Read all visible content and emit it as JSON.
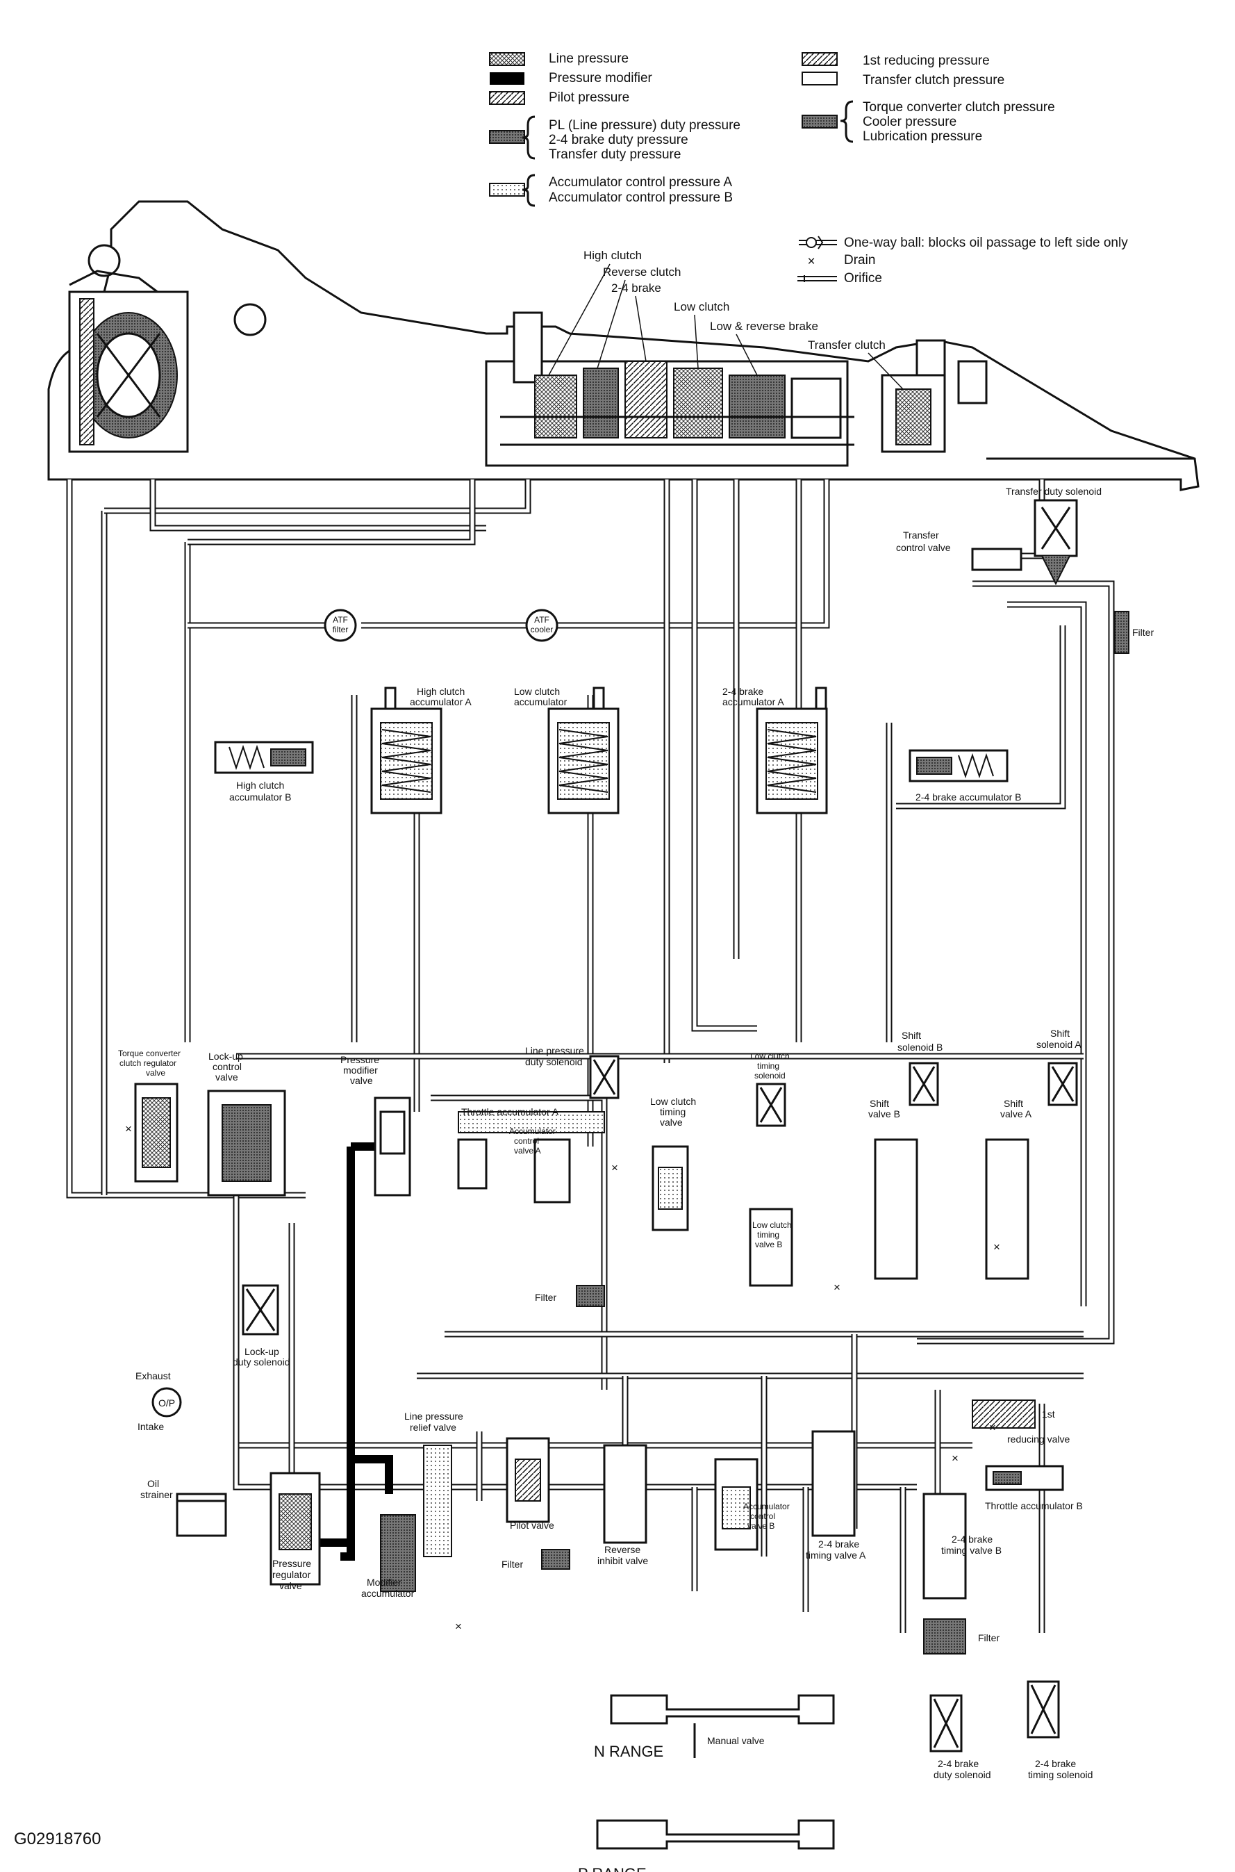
{
  "legend": {
    "left": [
      {
        "label": "Line pressure",
        "pattern": "crosshatch"
      },
      {
        "label": "Pressure modifier",
        "pattern": "solid-black"
      },
      {
        "label": "Pilot pressure",
        "pattern": "hatch"
      },
      {
        "label": "PL (Line pressure) duty pressure",
        "pattern": "dots-heavy"
      },
      {
        "label": "2-4 brake duty pressure",
        "pattern": "dots-heavy"
      },
      {
        "label": "Transfer duty pressure",
        "pattern": "dots-heavy"
      },
      {
        "label": "Accumulator control pressure A",
        "pattern": "dots"
      },
      {
        "label": "Accumulator control pressure B",
        "pattern": "dots"
      }
    ],
    "right": [
      {
        "label": "1st reducing pressure",
        "pattern": "hatch-diag"
      },
      {
        "label": "Transfer clutch pressure",
        "pattern": "light"
      },
      {
        "label": "Torque converter clutch pressure",
        "pattern": "dense"
      },
      {
        "label": "Cooler pressure",
        "pattern": "dense"
      },
      {
        "label": "Lubrication pressure",
        "pattern": "dense"
      }
    ],
    "symbols": [
      {
        "label": "One-way ball: blocks oil passage to left side only",
        "icon": "one-way-ball-icon"
      },
      {
        "label": "Drain",
        "icon": "drain-x-icon"
      },
      {
        "label": "Orifice",
        "icon": "orifice-icon"
      }
    ]
  },
  "clutches": {
    "high_clutch": "High clutch",
    "reverse_clutch": "Reverse clutch",
    "brake_24": "2-4 brake",
    "low_clutch": "Low clutch",
    "low_reverse_brake": "Low & reverse brake",
    "transfer_clutch": "Transfer clutch"
  },
  "components": {
    "transfer_duty_solenoid": "Transfer duty solenoid",
    "transfer_control_valve_1": "Transfer",
    "transfer_control_valve_2": "control valve",
    "filter_right": "Filter",
    "atf_filter_1": "ATF",
    "atf_filter_2": "filter",
    "atf_cooler_1": "ATF",
    "atf_cooler_2": "cooler",
    "high_clutch_acc_a_1": "High clutch",
    "high_clutch_acc_a_2": "accumulator A",
    "low_clutch_acc_1": "Low clutch",
    "low_clutch_acc_2": "accumulator",
    "brake24_acc_a_1": "2-4 brake",
    "brake24_acc_a_2": "accumulator A",
    "high_clutch_acc_b_1": "High clutch",
    "high_clutch_acc_b_2": "accumulator B",
    "brake24_acc_b": "2-4 brake accumulator B",
    "tcc_reg_valve_1": "Torque converter",
    "tcc_reg_valve_2": "clutch regulator",
    "tcc_reg_valve_3": "valve",
    "lockup_control_valve_1": "Lock-up",
    "lockup_control_valve_2": "control",
    "lockup_control_valve_3": "valve",
    "pressure_modifier_valve_1": "Pressure",
    "pressure_modifier_valve_2": "modifier",
    "pressure_modifier_valve_3": "valve",
    "line_pressure_duty_solenoid_1": "Line pressure",
    "line_pressure_duty_solenoid_2": "duty solenoid",
    "throttle_accumulator_a": "Throttle accumulator A",
    "accumulator_control_valve_a_1": "Accumulator",
    "accumulator_control_valve_a_2": "control",
    "accumulator_control_valve_a_3": "valve A",
    "low_clutch_timing_valve_1": "Low clutch",
    "low_clutch_timing_valve_2": "timing",
    "low_clutch_timing_valve_3": "valve",
    "low_clutch_timing_solenoid_1": "Low clutch",
    "low_clutch_timing_solenoid_2": "timing",
    "low_clutch_timing_solenoid_3": "solenoid",
    "low_clutch_timing_valve_b_1": "Low clutch",
    "low_clutch_timing_valve_b_2": "timing",
    "low_clutch_timing_valve_b_3": "valve B",
    "shift_solenoid_b_1": "Shift",
    "shift_solenoid_b_2": "solenoid B",
    "shift_solenoid_a_1": "Shift",
    "shift_solenoid_a_2": "solenoid A",
    "shift_valve_b_1": "Shift",
    "shift_valve_b_2": "valve B",
    "shift_valve_a_1": "Shift",
    "shift_valve_a_2": "valve A",
    "filter_mid": "Filter",
    "lockup_duty_solenoid_1": "Lock-up",
    "lockup_duty_solenoid_2": "duty solenoid",
    "exhaust": "Exhaust",
    "op": "O/P",
    "intake": "Intake",
    "oil_strainer_1": "Oil",
    "oil_strainer_2": "strainer",
    "pressure_regulator_valve_1": "Pressure",
    "pressure_regulator_valve_2": "regulator",
    "pressure_regulator_valve_3": "valve",
    "modifier_accumulator_1": "Modifier",
    "modifier_accumulator_2": "accumulator",
    "line_pressure_relief_valve_1": "Line pressure",
    "line_pressure_relief_valve_2": "relief valve",
    "pilot_valve": "Pilot valve",
    "filter_pilot": "Filter",
    "reverse_inhibit_valve_1": "Reverse",
    "reverse_inhibit_valve_2": "inhibit valve",
    "accumulator_control_valve_b_1": "Accumulator",
    "accumulator_control_valve_b_2": "control",
    "accumulator_control_valve_b_3": "valve B",
    "brake24_timing_valve_a_1": "2-4 brake",
    "brake24_timing_valve_a_2": "timing valve A",
    "first_reducing_valve_1": "1st",
    "first_reducing_valve_2": "reducing valve",
    "throttle_accumulator_b": "Throttle accumulator B",
    "brake24_timing_valve_b_1": "2-4 brake",
    "brake24_timing_valve_b_2": "timing valve B",
    "filter_lower": "Filter",
    "manual_valve": "Manual valve",
    "brake24_duty_solenoid_1": "2-4 brake",
    "brake24_duty_solenoid_2": "duty solenoid",
    "brake24_timing_solenoid_1": "2-4 brake",
    "brake24_timing_solenoid_2": "timing solenoid",
    "n_range": "N RANGE",
    "p_range": "P RANGE"
  },
  "figure_id": "G02918760"
}
